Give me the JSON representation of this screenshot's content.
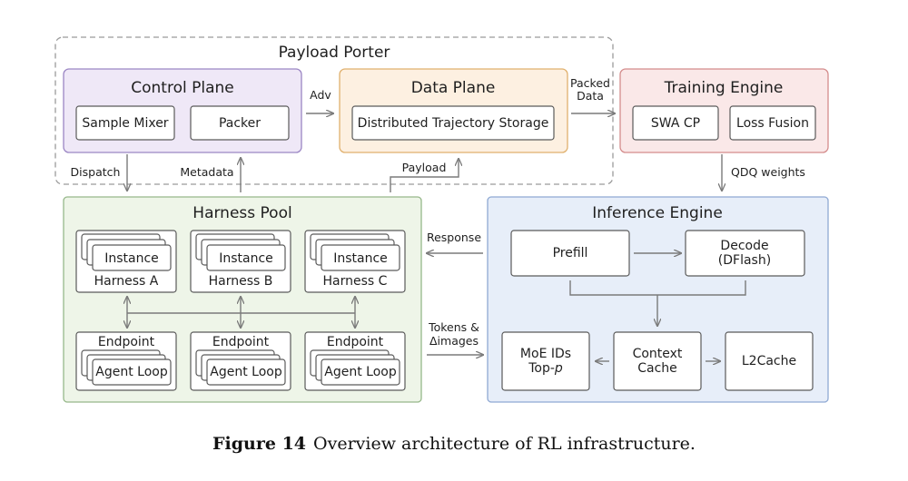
{
  "groups": {
    "payload_porter": "Payload Porter",
    "control_plane": "Control Plane",
    "data_plane": "Data Plane",
    "training_engine": "Training Engine",
    "harness_pool": "Harness Pool",
    "inference_engine": "Inference Engine"
  },
  "nodes": {
    "sample_mixer": "Sample Mixer",
    "packer": "Packer",
    "distributed_storage": "Distributed Trajectory Storage",
    "swa_cp": "SWA CP",
    "loss_fusion": "Loss Fusion",
    "instance": "Instance",
    "harness_a": "Harness A",
    "harness_b": "Harness B",
    "harness_c": "Harness C",
    "endpoint": "Endpoint",
    "agent_loop": "Agent Loop",
    "prefill": "Prefill",
    "decode_line1": "Decode",
    "decode_line2": "(DFlash)",
    "moe_line1": "MoE IDs",
    "moe_line2_a": "Top-",
    "moe_line2_b": "p",
    "context_line1": "Context",
    "context_line2": "Cache",
    "l2cache": "L2Cache"
  },
  "edges": {
    "adv": "Adv",
    "packed_line1": "Packed",
    "packed_line2": "Data",
    "dispatch": "Dispatch",
    "metadata": "Metadata",
    "payload": "Payload",
    "qdq": "QDQ weights",
    "response": "Response",
    "tokens_line1": "Tokens &",
    "tokens_line2": "Δimages"
  },
  "caption": {
    "label": "Figure 14",
    "text": "Overview architecture of RL infrastructure."
  },
  "colors": {
    "control_fill": "#efe8f7",
    "control_stroke": "#9b86c4",
    "data_fill": "#fdf0e1",
    "data_stroke": "#e0b06d",
    "training_fill": "#fae8e8",
    "training_stroke": "#d48c8c",
    "harness_fill": "#eef5e8",
    "harness_stroke": "#96b88a",
    "inference_fill": "#e7eef9",
    "inference_stroke": "#8fa9d3"
  }
}
